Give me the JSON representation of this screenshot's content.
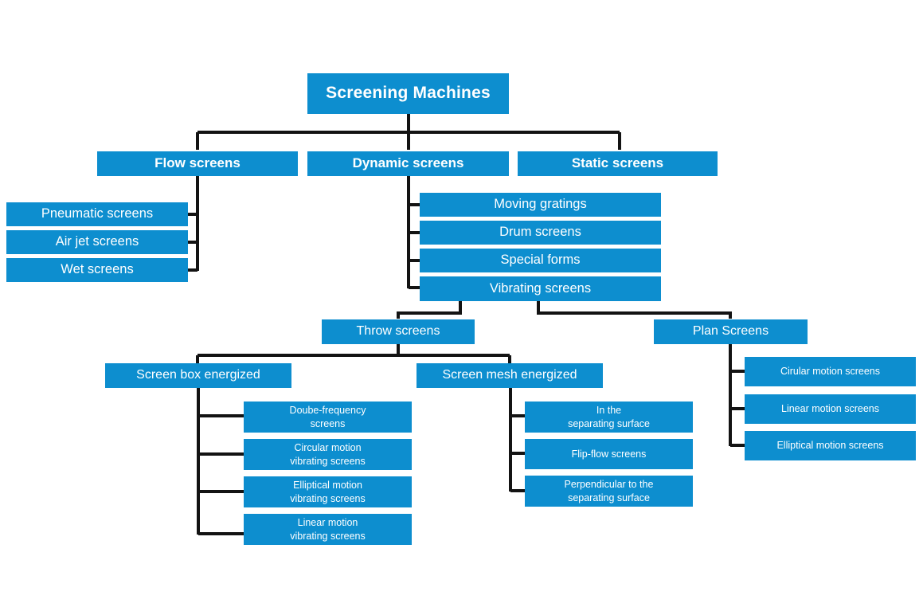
{
  "diagram": {
    "title": "Screening Machines classification tree",
    "accent_color": "#0d8ecf",
    "connector_color": "#131313",
    "background_color": "#ffffff",
    "text_color": "#ffffff"
  },
  "nodes": {
    "root": {
      "label": "Screening Machines"
    },
    "level2": [
      {
        "label": "Flow screens"
      },
      {
        "label": "Dynamic screens"
      },
      {
        "label": "Static screens"
      }
    ],
    "flow_children": [
      {
        "label": "Pneumatic screens"
      },
      {
        "label": "Air jet screens"
      },
      {
        "label": "Wet screens"
      }
    ],
    "dynamic_children": [
      {
        "label": "Moving gratings"
      },
      {
        "label": "Drum screens"
      },
      {
        "label": "Special forms"
      },
      {
        "label": "Vibrating screens"
      }
    ],
    "vibrating_children": [
      {
        "label": "Throw screens"
      },
      {
        "label": "Plan Screens"
      }
    ],
    "throw_children": [
      {
        "label": "Screen box energized"
      },
      {
        "label": "Screen mesh energized"
      }
    ],
    "screen_box_children": [
      {
        "label": "Doube-frequency\nscreens"
      },
      {
        "label": "Circular motion\nvibrating screens"
      },
      {
        "label": "Elliptical motion\nvibrating screens"
      },
      {
        "label": "Linear motion\nvibrating screens"
      }
    ],
    "screen_mesh_children": [
      {
        "label": "In the\nseparating surface"
      },
      {
        "label": "Flip-flow screens"
      },
      {
        "label": "Perpendicular to the\nseparating surface"
      }
    ],
    "plan_children": [
      {
        "label": "Cirular motion screens"
      },
      {
        "label": "Linear motion screens"
      },
      {
        "label": "Elliptical motion screens"
      }
    ]
  }
}
